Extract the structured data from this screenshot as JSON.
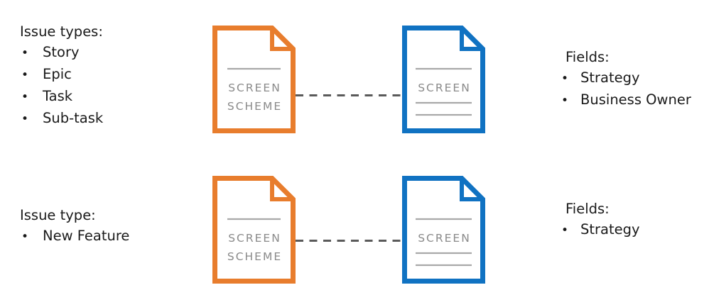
{
  "bullet_char": "•",
  "colors": {
    "scheme_border": "#E87D2D",
    "screen_border": "#1072C2",
    "doc_text": "#8A8A8A",
    "doc_line": "#A8A8A8",
    "connector": "#5A5A5A",
    "label_text": "#1A1A1A",
    "background": "#FFFFFF"
  },
  "rows": [
    {
      "left_list": {
        "title": "Issue types:",
        "items": [
          "Story",
          "Epic",
          "Task",
          "Sub-task"
        ]
      },
      "scheme_doc": {
        "line1": "SCREEN",
        "line2": "SCHEME"
      },
      "screen_doc": {
        "line1": "SCREEN"
      },
      "right_list": {
        "title": "Fields:",
        "items": [
          "Strategy",
          "Business Owner"
        ]
      }
    },
    {
      "left_list": {
        "title": "Issue type:",
        "items": [
          "New Feature"
        ]
      },
      "scheme_doc": {
        "line1": "SCREEN",
        "line2": "SCHEME"
      },
      "screen_doc": {
        "line1": "SCREEN"
      },
      "right_list": {
        "title": "Fields:",
        "items": [
          "Strategy"
        ]
      }
    }
  ]
}
